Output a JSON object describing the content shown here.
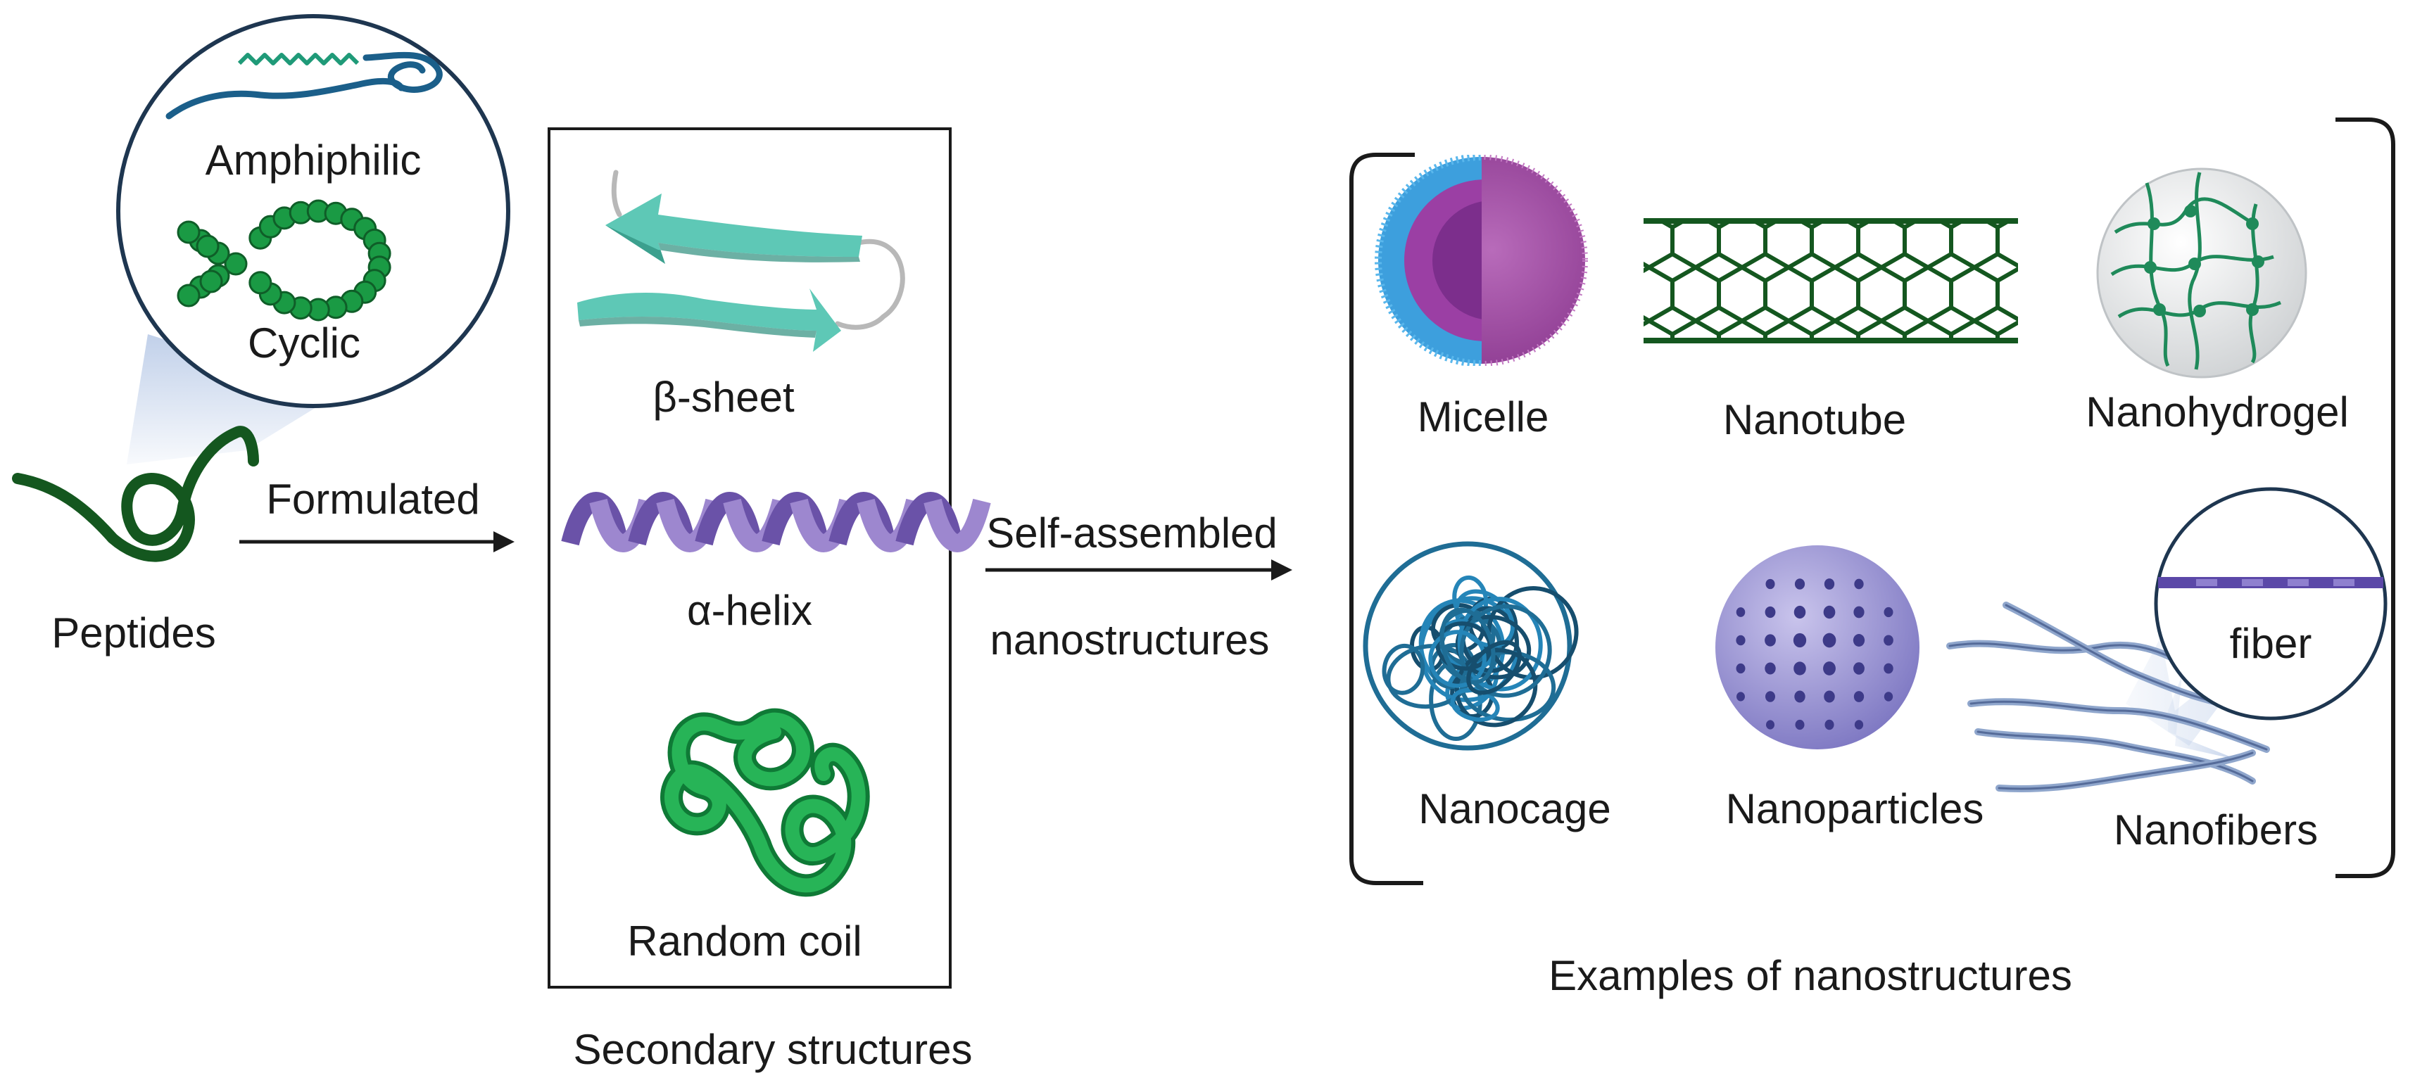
{
  "peptide_types": {
    "amphiphilic": "Amphiphilic",
    "cyclic": "Cyclic",
    "peptides": "Peptides"
  },
  "arrows": {
    "formulated": "Formulated",
    "self_assembled_line1": "Self-assembled",
    "self_assembled_line2": "nanostructures"
  },
  "secondary": {
    "beta_sheet": "β-sheet",
    "alpha_helix": "α-helix",
    "random_coil": "Random coil",
    "caption": "Secondary structures"
  },
  "nanostructures": {
    "micelle": "Micelle",
    "nanotube": "Nanotube",
    "nanohydrogel": "Nanohydrogel",
    "nanocage": "Nanocage",
    "nanoparticles": "Nanoparticles",
    "nanofibers": "Nanofibers",
    "fiber_zoom": "fiber",
    "caption": "Examples of nanostructures"
  },
  "colors": {
    "dark_green": "#14571f",
    "bright_green": "#1a9a44",
    "teal": "#4fc0ae",
    "helix_purple": "#7e64b6",
    "micelle_magenta": "#a54ba6",
    "micelle_blue": "#3d9fdd",
    "cage_blue": "#1f6d95",
    "particle_lavender": "#9f99d6",
    "fiber_purple": "#5b48a8",
    "outline_navy": "#1e3650"
  }
}
